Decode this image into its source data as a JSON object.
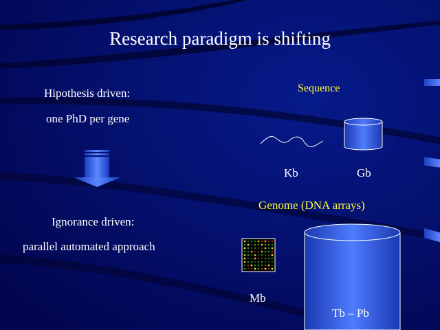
{
  "slide": {
    "title": "Research paradigm is shifting",
    "left": {
      "hypothesis_heading": "Hipothesis driven:",
      "hypothesis_detail": "one PhD per gene",
      "ignorance_heading": "Ignorance driven:",
      "ignorance_detail": "parallel automated approach"
    },
    "right": {
      "sequence_label": "Sequence",
      "kb_label": "Kb",
      "gb_label": "Gb",
      "genome_label": "Genome (DNA arrays)",
      "mb_label": "Mb",
      "tbpb_label": "Tb – Pb"
    },
    "colors": {
      "background": "#03096a",
      "accent": "#ffff33",
      "cylinder": "#3a5fe0"
    }
  }
}
